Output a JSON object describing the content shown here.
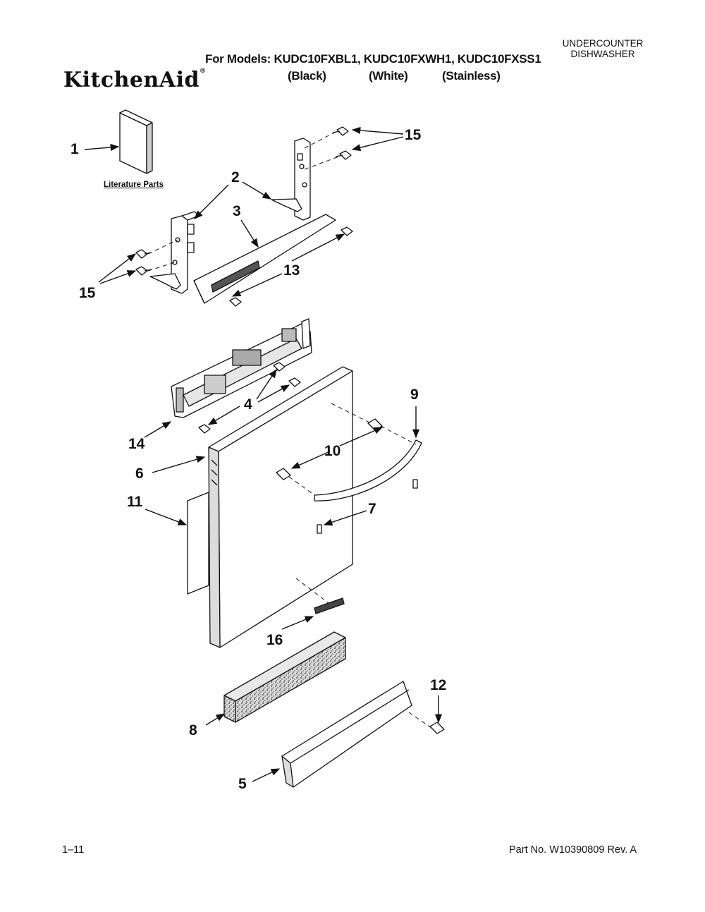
{
  "header": {
    "category_line1": "UNDERCOUNTER",
    "category_line2": "DISHWASHER",
    "models_line": "For Models: KUDC10FXBL1, KUDC10FXWH1, KUDC10FXSS1",
    "brand": "KitchenAid",
    "brand_mark": "®",
    "finishes": [
      "(Black)",
      "(White)",
      "(Stainless)"
    ]
  },
  "diagram": {
    "literature_label": "Literature Parts",
    "callouts": [
      {
        "id": "c1",
        "label": "1"
      },
      {
        "id": "c2",
        "label": "2"
      },
      {
        "id": "c3",
        "label": "3"
      },
      {
        "id": "c4",
        "label": "4"
      },
      {
        "id": "c5",
        "label": "5"
      },
      {
        "id": "c6",
        "label": "6"
      },
      {
        "id": "c7",
        "label": "7"
      },
      {
        "id": "c8",
        "label": "8"
      },
      {
        "id": "c9",
        "label": "9"
      },
      {
        "id": "c10",
        "label": "10"
      },
      {
        "id": "c11",
        "label": "11"
      },
      {
        "id": "c12",
        "label": "12"
      },
      {
        "id": "c13",
        "label": "13"
      },
      {
        "id": "c14",
        "label": "14"
      },
      {
        "id": "c15a",
        "label": "15"
      },
      {
        "id": "c15b",
        "label": "15"
      },
      {
        "id": "c16",
        "label": "16"
      }
    ]
  },
  "footer": {
    "page": "1–11",
    "part_no": "Part No. W10390809 Rev. A"
  }
}
